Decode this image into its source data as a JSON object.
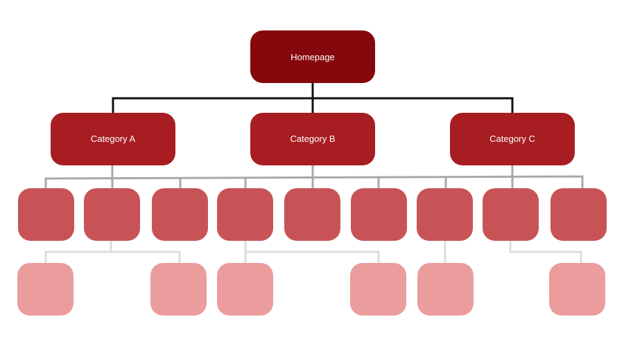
{
  "root": {
    "label": "Homepage",
    "color": "#85090c"
  },
  "categories": [
    {
      "id": "a",
      "label": "Category A"
    },
    {
      "id": "b",
      "label": "Category B"
    },
    {
      "id": "c",
      "label": "Category C"
    }
  ],
  "colors": {
    "category": "#a81d22",
    "subcategory": "#c85356",
    "page": "#eb9c9d",
    "root_connector": "#111111",
    "category_connector": "#a8a8a8",
    "page_connector": "#dcdcdc"
  },
  "subcategory_count": 9,
  "page_count": 6
}
